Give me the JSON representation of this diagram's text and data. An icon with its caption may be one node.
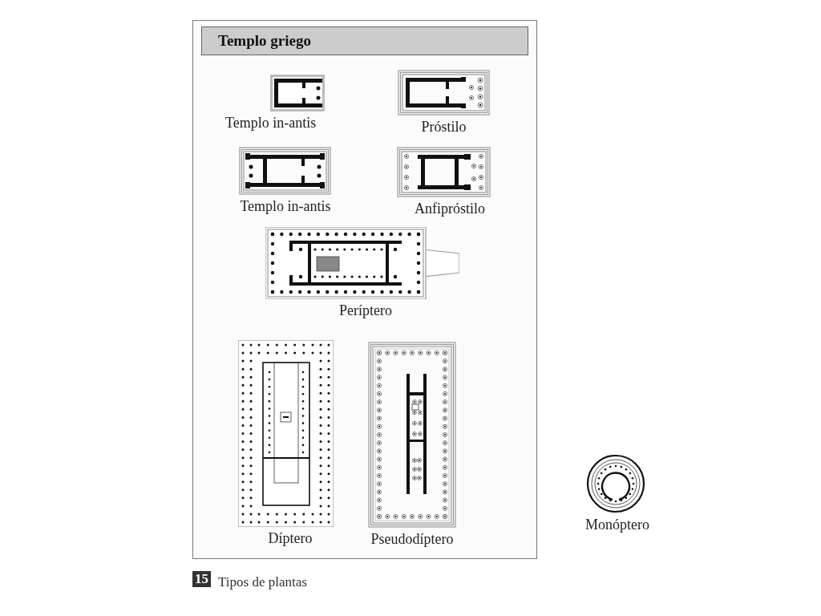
{
  "diagram": {
    "nodes": [
      {
        "text": [
          "Templo griego"
        ]
      },
      {
        "text": [
          "Templo in-antis"
        ],
        "in": 0
      },
      {
        "text": [
          "Próstilo"
        ],
        "in": 0
      },
      {
        "text": [
          "Templo in-antis"
        ],
        "in": 0
      },
      {
        "text": [
          "Anfipróstilo"
        ],
        "in": 0
      },
      {
        "text": [
          "Períptero"
        ],
        "in": 0
      },
      {
        "text": [
          "Díptero"
        ],
        "in": 0
      },
      {
        "text": [
          "Pseudodíptero"
        ],
        "in": 0
      },
      {
        "text": [
          "Monóptero"
        ]
      }
    ],
    "edges": [],
    "labels": [
      "15",
      "Tipos de plantas"
    ]
  }
}
